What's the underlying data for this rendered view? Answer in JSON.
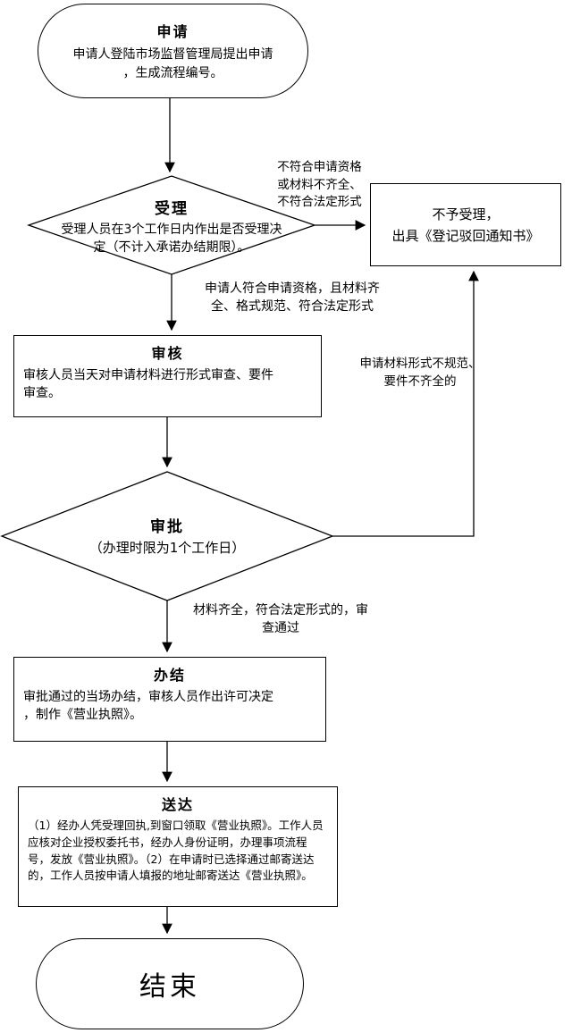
{
  "diagram": {
    "kind": "flowchart",
    "language": "zh-CN"
  },
  "nodes": {
    "apply": {
      "title": "申请",
      "body": "申请人登陆市场监督管理局提出申请\n，生成流程编号。"
    },
    "accept": {
      "title": "受理",
      "body": "受理人员在3个工作日内作出是否受理决\n定（不计入承诺办结期限）。"
    },
    "reject": {
      "body": "不予受理，\n出具《登记驳回通知书》"
    },
    "review": {
      "title": "审核",
      "body": "审核人员当天对申请材料进行形式审查、要件\n审查。"
    },
    "approve": {
      "title": "审批",
      "body": "（办理时限为1个工作日）"
    },
    "complete": {
      "title": "办结",
      "body": "审批通过的当场办结，审核人员作出许可决定\n，制作《营业执照》。"
    },
    "deliver": {
      "title": "送达",
      "body": "（1）经办人凭受理回执,到窗口领取《营业执照》。工作人员应核对企业授权委托书，经办人身份证明，办理事项流程号，发放《营业执照》。（2）在申请时已选择通过邮寄送达的，工作人员按申请人填报的地址邮寄送达《营业执照》。"
    },
    "end": {
      "title": "结束"
    }
  },
  "edge_labels": {
    "not_qualified": "不符合申请资格\n或材料不齐全、\n不符合法定形式",
    "qualified": "申请人符合申请资格，且材料齐\n全、格式规范、符合法定形式",
    "materials_invalid": "申请材料形式不规范、\n要件不齐全的",
    "materials_valid": "材料齐全，符合法定形式的，审\n查通过"
  },
  "colors": {
    "stroke": "#000000",
    "fill": "#ffffff",
    "text": "#000000"
  }
}
